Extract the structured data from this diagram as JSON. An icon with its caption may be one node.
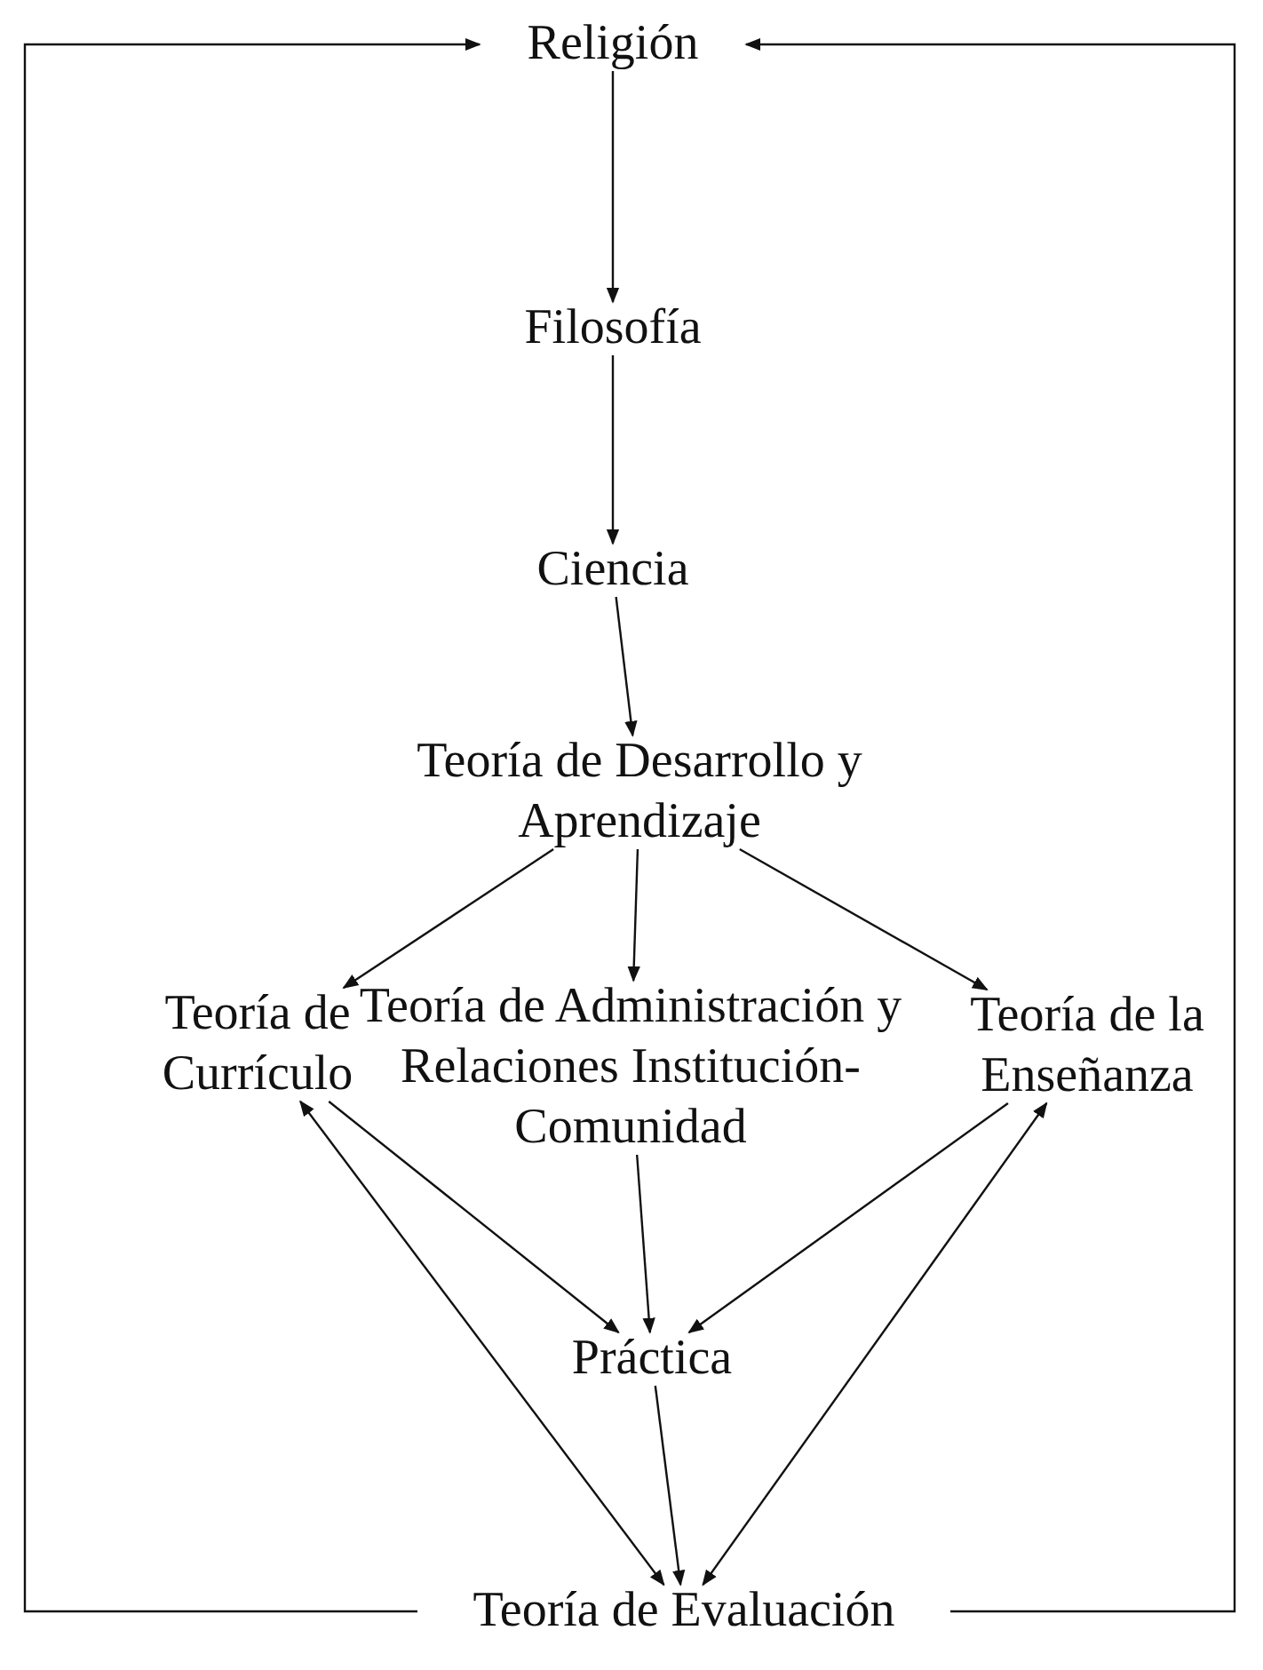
{
  "diagram": {
    "nodes": [
      {
        "text": [
          "Religión"
        ]
      },
      {
        "text": [
          "Filosofía"
        ]
      },
      {
        "text": [
          "Ciencia"
        ]
      },
      {
        "text": [
          "Teoría de Desarrollo y Aprendizaje"
        ]
      },
      {
        "text": [
          "Teoría de Currículo"
        ]
      },
      {
        "text": [
          "Teoría de Administración y Relaciones Institución- Comunidad"
        ]
      },
      {
        "text": [
          "Teoría de la Enseñanza"
        ]
      },
      {
        "text": [
          "Práctica"
        ]
      },
      {
        "text": [
          "Teoría de Evaluación"
        ]
      }
    ],
    "edges": [
      {
        "from": 0,
        "to": 1,
        "arrow": "to"
      },
      {
        "from": 1,
        "to": 2,
        "arrow": "to"
      },
      {
        "from": 2,
        "to": 3,
        "arrow": "to"
      },
      {
        "from": 3,
        "to": 4,
        "arrow": "to"
      },
      {
        "from": 3,
        "to": 5,
        "arrow": "to"
      },
      {
        "from": 3,
        "to": 6,
        "arrow": "to"
      },
      {
        "from": 4,
        "to": 7,
        "arrow": "to"
      },
      {
        "from": 5,
        "to": 7,
        "arrow": "to"
      },
      {
        "from": 6,
        "to": 7,
        "arrow": "to"
      },
      {
        "from": 7,
        "to": 8,
        "arrow": "to"
      },
      {
        "from": 4,
        "to": 8,
        "arrow": "both"
      },
      {
        "from": 6,
        "to": 8,
        "arrow": "both"
      },
      {
        "from": 8,
        "to": 0,
        "arrow": "to"
      },
      {
        "from": 8,
        "to": 0,
        "arrow": "to"
      }
    ]
  }
}
